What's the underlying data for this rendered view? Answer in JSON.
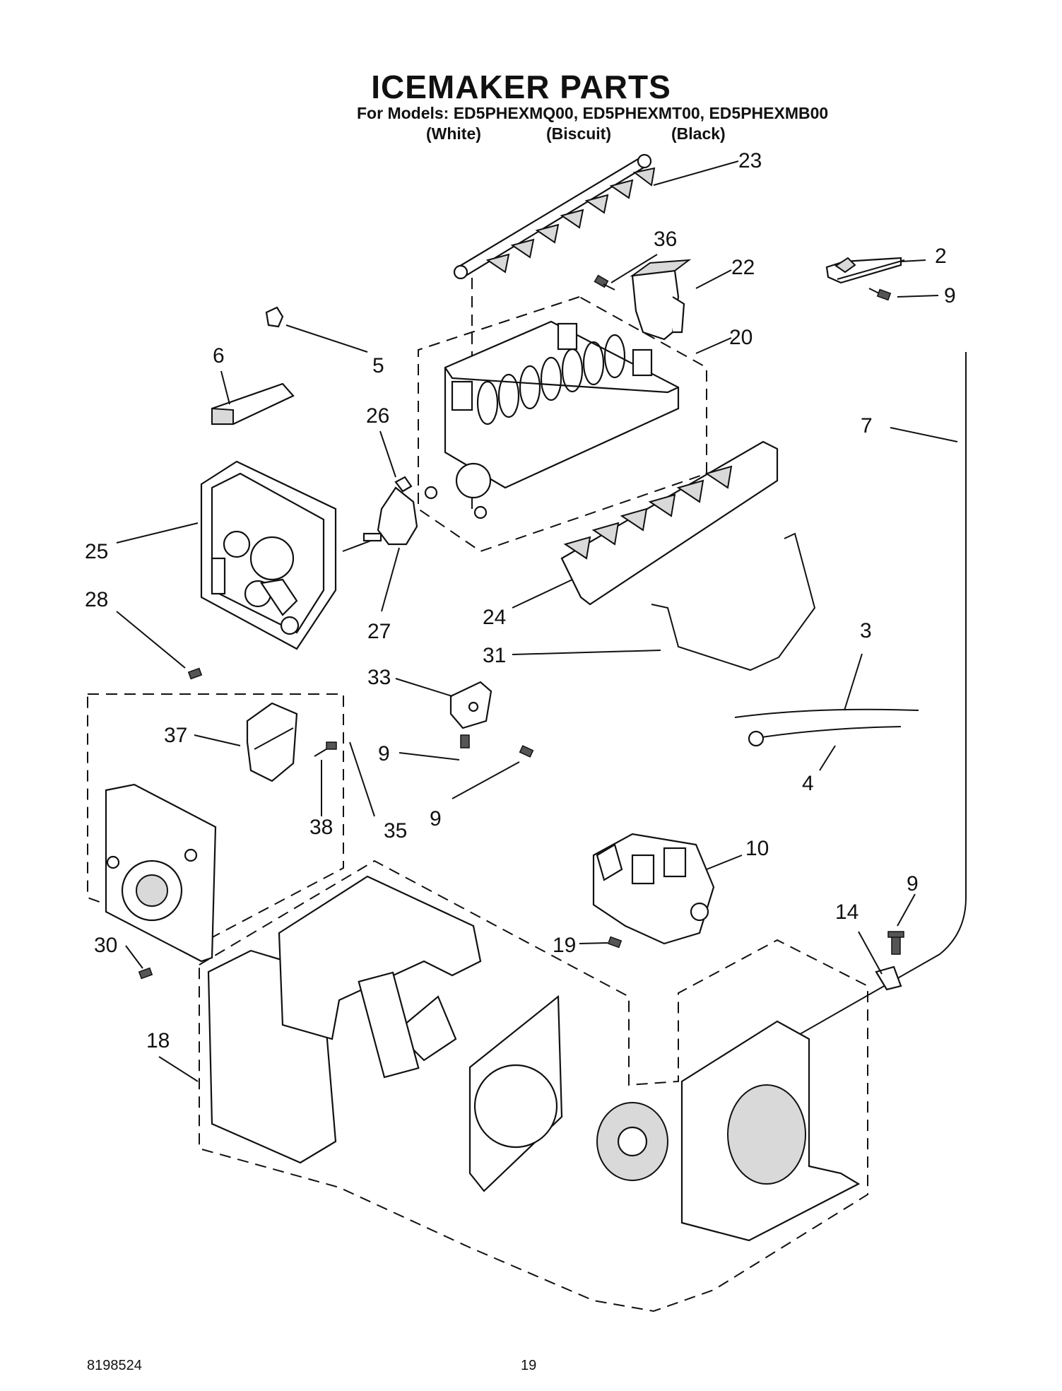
{
  "header": {
    "title": "ICEMAKER PARTS",
    "models_line": "For Models: ED5PHEXMQ00, ED5PHEXMT00, ED5PHEXMB00",
    "colors": [
      "(White)",
      "(Biscuit)",
      "(Black)"
    ]
  },
  "callouts": [
    {
      "id": "c23",
      "label": "23"
    },
    {
      "id": "c36",
      "label": "36"
    },
    {
      "id": "c22",
      "label": "22"
    },
    {
      "id": "c2",
      "label": "2"
    },
    {
      "id": "c9a",
      "label": "9"
    },
    {
      "id": "c5",
      "label": "5"
    },
    {
      "id": "c20",
      "label": "20"
    },
    {
      "id": "c6",
      "label": "6"
    },
    {
      "id": "c26",
      "label": "26"
    },
    {
      "id": "c7",
      "label": "7"
    },
    {
      "id": "c25",
      "label": "25"
    },
    {
      "id": "c27",
      "label": "27"
    },
    {
      "id": "c24",
      "label": "24"
    },
    {
      "id": "c28",
      "label": "28"
    },
    {
      "id": "c31",
      "label": "31"
    },
    {
      "id": "c3",
      "label": "3"
    },
    {
      "id": "c33",
      "label": "33"
    },
    {
      "id": "c37",
      "label": "37"
    },
    {
      "id": "c9b",
      "label": "9"
    },
    {
      "id": "c9c",
      "label": "9"
    },
    {
      "id": "c4",
      "label": "4"
    },
    {
      "id": "c38",
      "label": "38"
    },
    {
      "id": "c35",
      "label": "35"
    },
    {
      "id": "c10",
      "label": "10"
    },
    {
      "id": "c9d",
      "label": "9"
    },
    {
      "id": "c14",
      "label": "14"
    },
    {
      "id": "c30",
      "label": "30"
    },
    {
      "id": "c19",
      "label": "19"
    },
    {
      "id": "c18",
      "label": "18"
    }
  ],
  "footer": {
    "doc_number": "8198524",
    "page_number": "19"
  }
}
